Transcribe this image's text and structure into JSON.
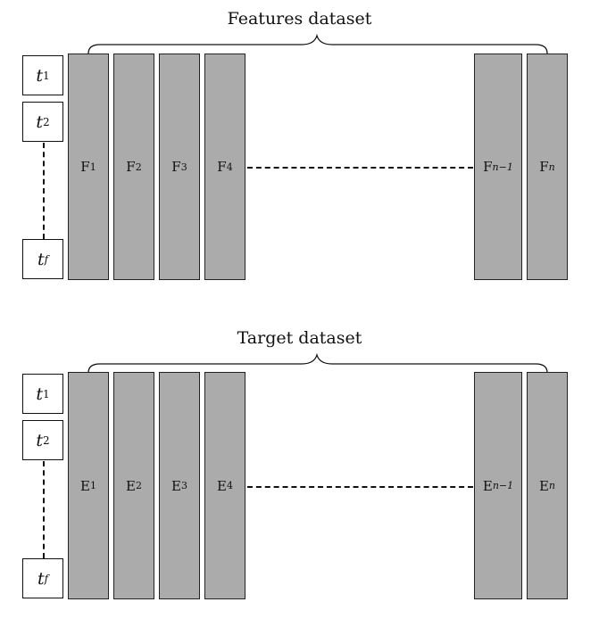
{
  "top": {
    "title": "Features dataset",
    "t_boxes": [
      {
        "base": "t",
        "sub": "1"
      },
      {
        "base": "t",
        "sub": "2"
      },
      {
        "base": "t",
        "sub": "f"
      }
    ],
    "columns": [
      {
        "base": "F",
        "sub": "1"
      },
      {
        "base": "F",
        "sub": "2"
      },
      {
        "base": "F",
        "sub": "3"
      },
      {
        "base": "F",
        "sub": "4"
      },
      {
        "base": "F",
        "sub": "n−1"
      },
      {
        "base": "F",
        "sub": "n"
      }
    ]
  },
  "bottom": {
    "title": "Target dataset",
    "t_boxes": [
      {
        "base": "t",
        "sub": "1"
      },
      {
        "base": "t",
        "sub": "2"
      },
      {
        "base": "t",
        "sub": "f"
      }
    ],
    "columns": [
      {
        "base": "E",
        "sub": "1"
      },
      {
        "base": "E",
        "sub": "2"
      },
      {
        "base": "E",
        "sub": "3"
      },
      {
        "base": "E",
        "sub": "4"
      },
      {
        "base": "E",
        "sub": "n−1"
      },
      {
        "base": "E",
        "sub": "n"
      }
    ]
  }
}
